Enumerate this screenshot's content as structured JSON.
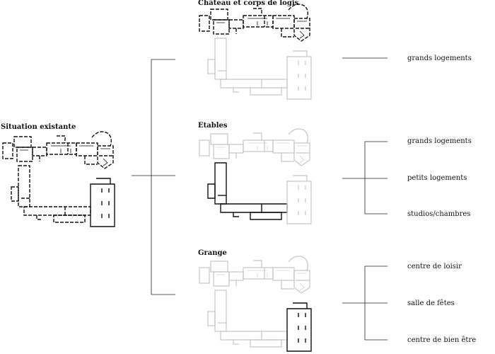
{
  "labels": {
    "existing": "Situation existante",
    "chateau": "Château et corps de logis",
    "etables": "Etables",
    "grange": "Grange"
  },
  "outcomes": {
    "chateau": [
      "grands logements"
    ],
    "etables": [
      "grands logements",
      "petits logements",
      "studios/chambres"
    ],
    "grange": [
      "centre de loisir",
      "salle de fêtes",
      "centre de bien être"
    ]
  },
  "colors": {
    "highlight": "#111111",
    "faded": "#c8c8c8",
    "connector": "#222222"
  }
}
